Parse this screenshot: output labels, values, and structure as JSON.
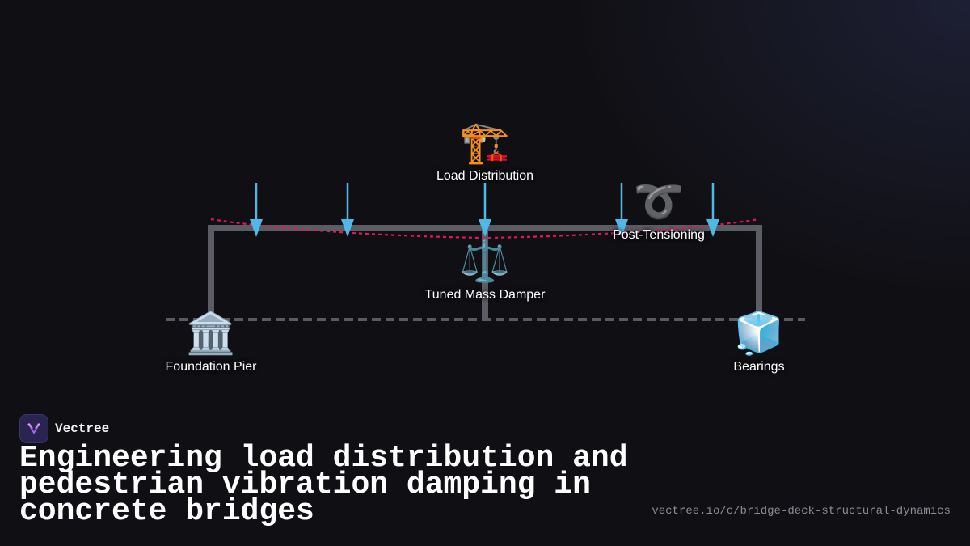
{
  "diagram": {
    "nodes": [
      {
        "id": "load-distribution",
        "emoji": "🏗️",
        "label": "Load Distribution",
        "icon": "crane-icon"
      },
      {
        "id": "post-tensioning",
        "emoji": "➰",
        "label": "Post-Tensioning",
        "icon": "loop-icon"
      },
      {
        "id": "tuned-mass-damper",
        "emoji": "⚖️",
        "label": "Tuned Mass Damper",
        "icon": "balance-scale-icon"
      },
      {
        "id": "foundation-pier",
        "emoji": "🏛️",
        "label": "Foundation Pier",
        "icon": "classical-building-icon"
      },
      {
        "id": "bearings",
        "emoji": "🧊",
        "label": "Bearings",
        "icon": "ice-cube-icon"
      }
    ],
    "colors": {
      "structure": "#5c5c64",
      "ground_line": "#5a5a60",
      "load_arrows": "#4fb8e6",
      "deflection_curve": "#e0185a"
    }
  },
  "brand": {
    "name": "Vectree",
    "logo_icon": "vectree-logo-icon"
  },
  "title": "Engineering load distribution and pedestrian vibration damping in concrete bridges",
  "url": "vectree.io/c/bridge-deck-structural-dynamics"
}
